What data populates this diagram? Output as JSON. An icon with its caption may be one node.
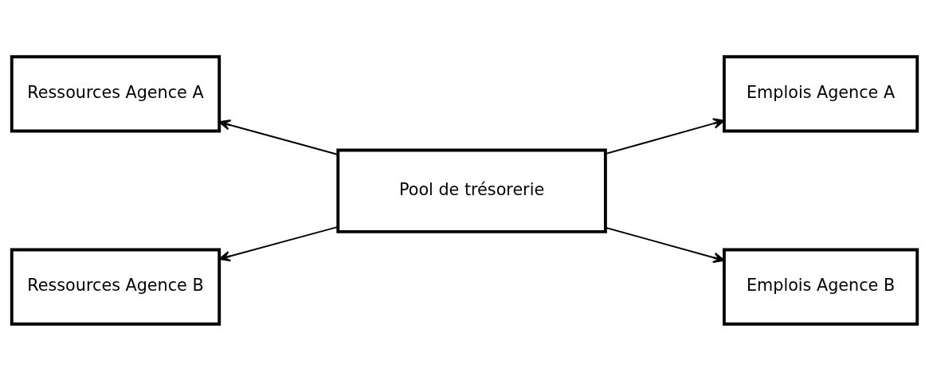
{
  "diagram": {
    "nodes": [
      {
        "text": [
          "Ressources Agence A"
        ]
      },
      {
        "text": [
          "Emplois Agence A"
        ]
      },
      {
        "text": [
          "Pool de trésorerie"
        ]
      },
      {
        "text": [
          "Ressources Agence B"
        ]
      },
      {
        "text": [
          "Emplois Agence B"
        ]
      }
    ],
    "edges": [
      {
        "from": 2,
        "to": 0,
        "arrow": "to"
      },
      {
        "from": 2,
        "to": 1,
        "arrow": "to"
      },
      {
        "from": 2,
        "to": 3,
        "arrow": "to"
      },
      {
        "from": 2,
        "to": 4,
        "arrow": "to"
      }
    ]
  }
}
